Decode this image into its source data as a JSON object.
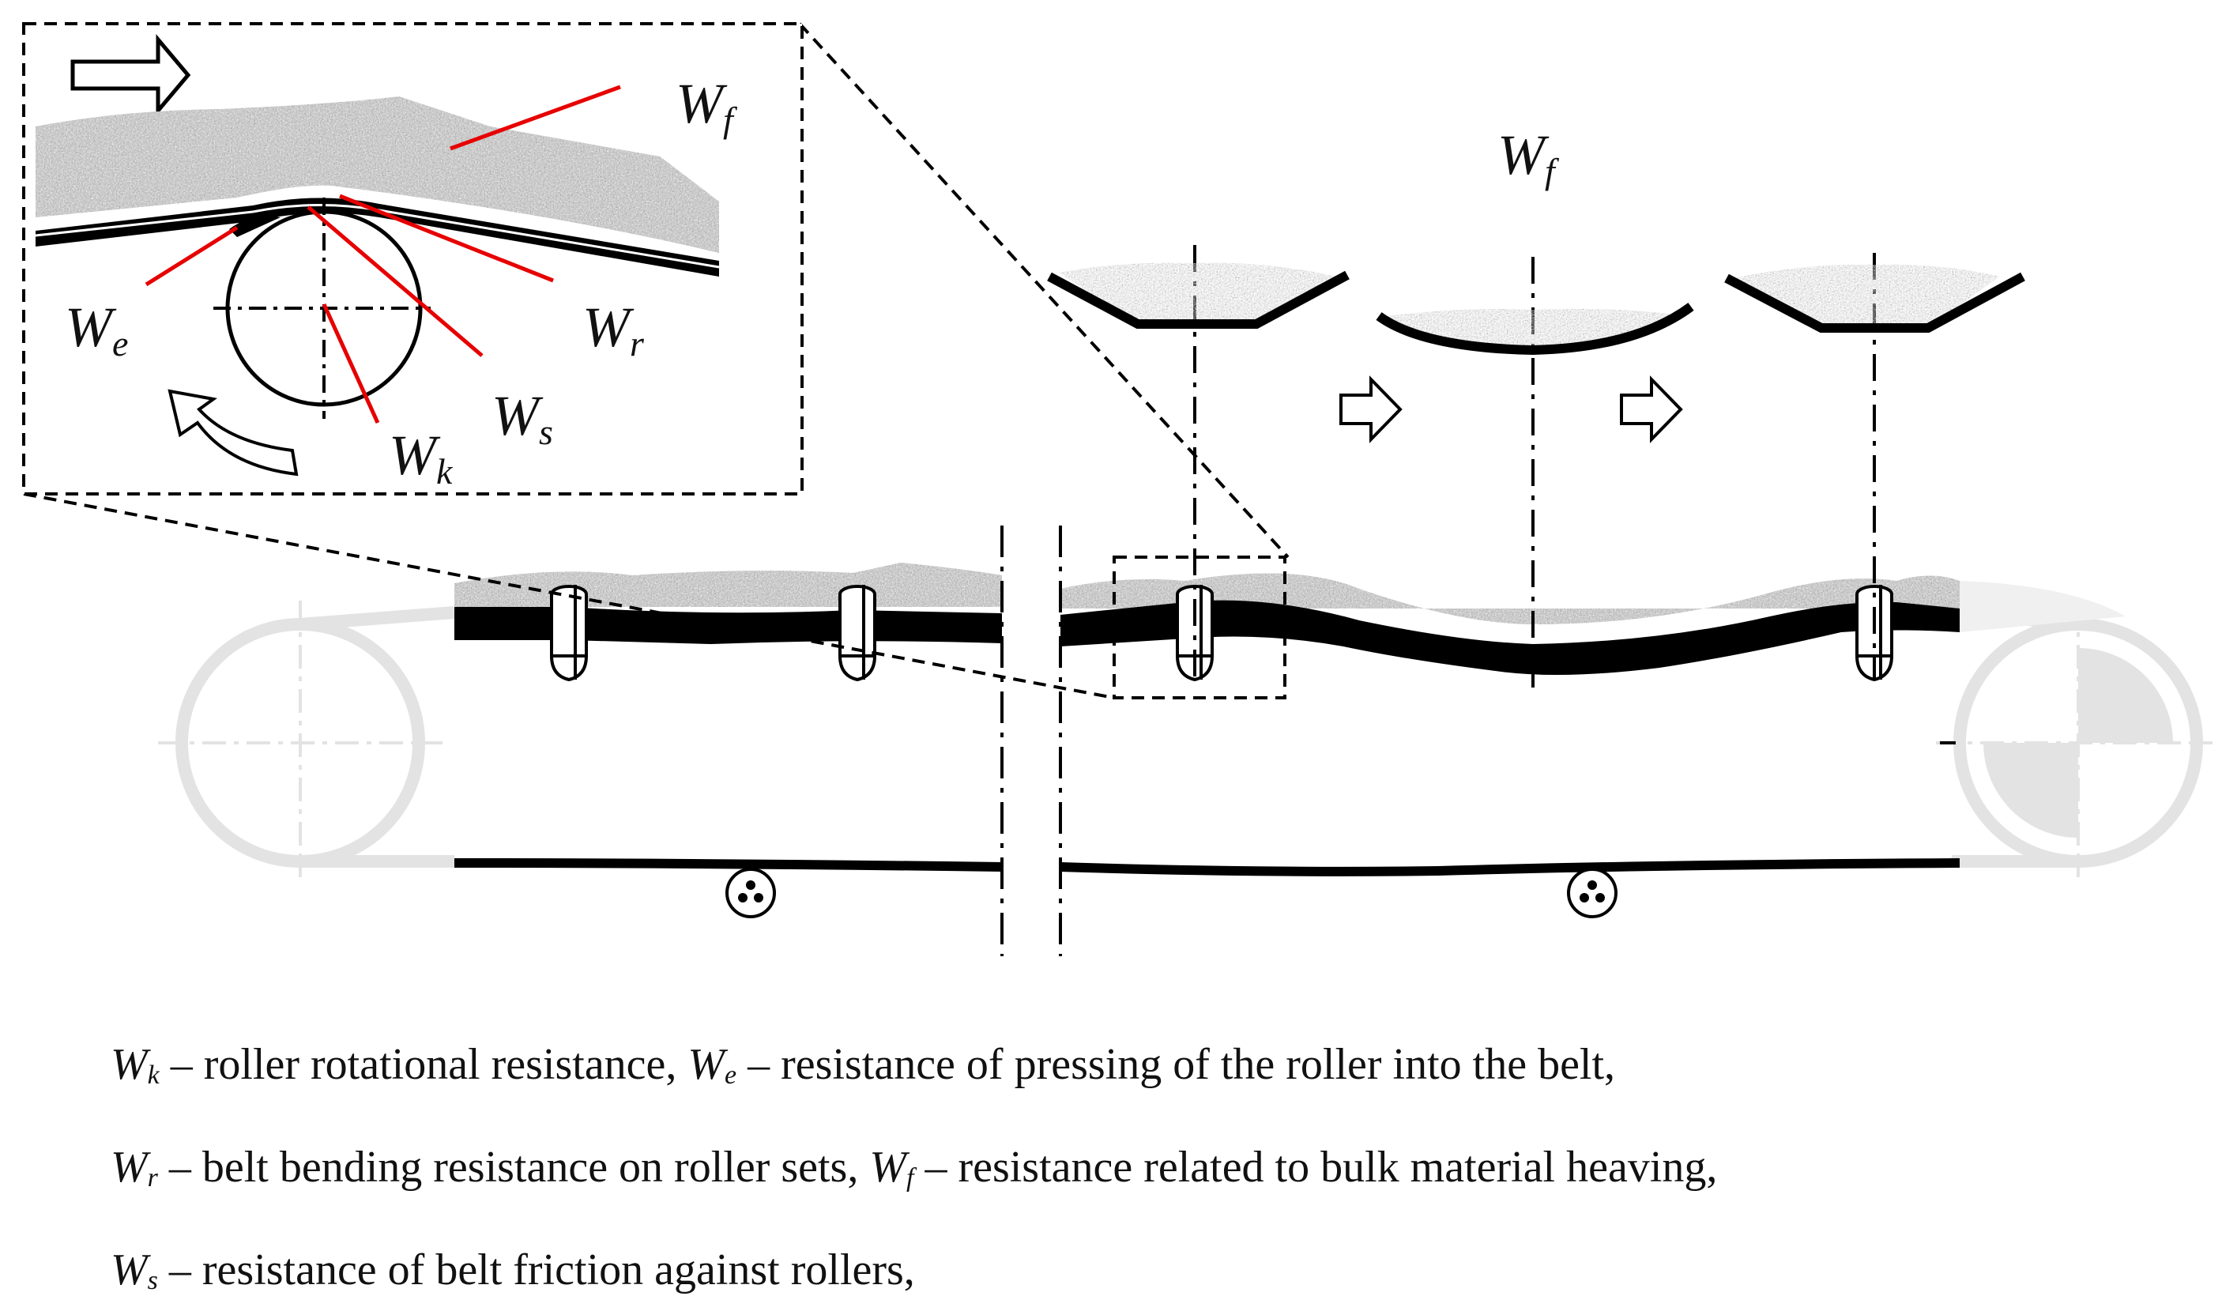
{
  "labels": {
    "inset_wf": {
      "main": "W",
      "sub": "f"
    },
    "inset_we": {
      "main": "W",
      "sub": "e"
    },
    "inset_wr": {
      "main": "W",
      "sub": "r"
    },
    "inset_ws": {
      "main": "W",
      "sub": "s"
    },
    "inset_wk": {
      "main": "W",
      "sub": "k"
    },
    "main_wf": {
      "main": "W",
      "sub": "f"
    }
  },
  "legend": {
    "line1": [
      {
        "sym": "W",
        "sub": "k",
        "text": " – roller rotational resistance, "
      },
      {
        "sym": "W",
        "sub": "e",
        "text": " – resistance of pressing of the roller into the belt,"
      }
    ],
    "line2": [
      {
        "sym": "W",
        "sub": "r",
        "text": " – belt bending resistance on roller sets, "
      },
      {
        "sym": "W",
        "sub": "f",
        "text": " – resistance related to bulk material heaving,"
      }
    ],
    "line3": [
      {
        "sym": "W",
        "sub": "s",
        "text": " – resistance of belt friction against rollers,"
      }
    ]
  },
  "colors": {
    "belt": "#000000",
    "material": "#b8b8b8",
    "pulley": "#e6e6e6",
    "leader": "#e60000"
  }
}
